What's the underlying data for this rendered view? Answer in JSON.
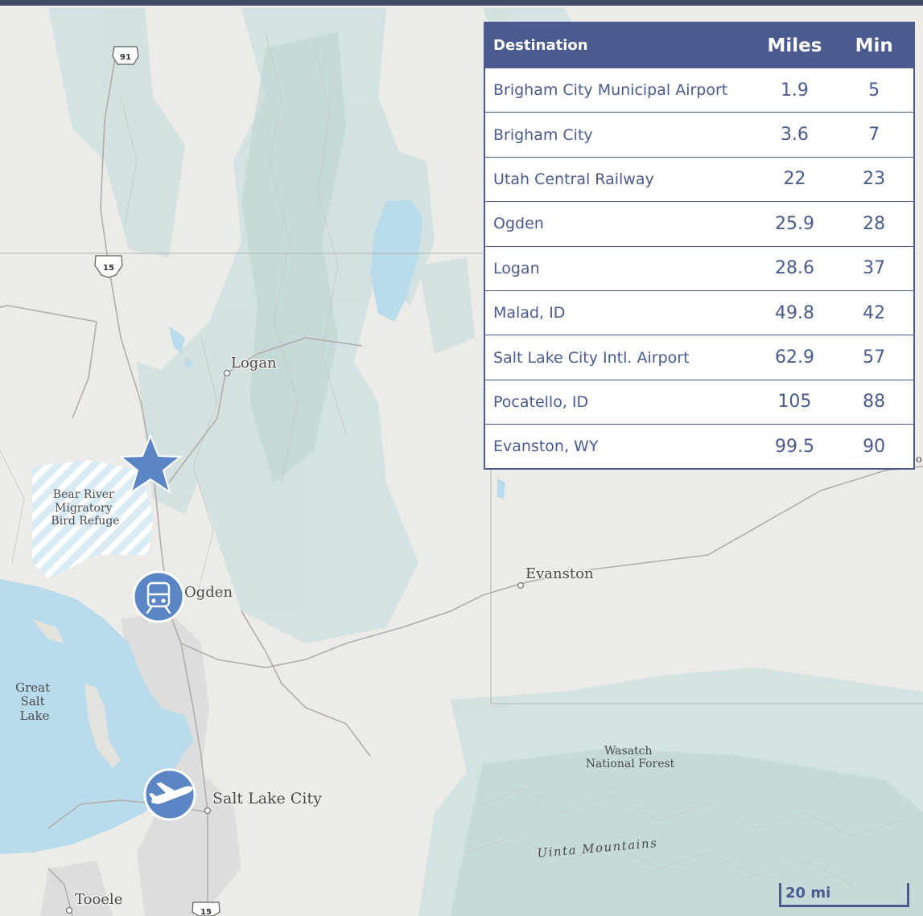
{
  "map": {
    "places": {
      "logan": "Logan",
      "ogden": "Ogden",
      "evanston": "Evanston",
      "salt_lake_city": "Salt Lake City",
      "tooele": "Tooele",
      "great_salt_lake": [
        "Great",
        "Salt",
        "Lake"
      ],
      "bear_river": [
        "Bear River",
        "Migratory",
        "Bird Refuge"
      ],
      "wasatch": [
        "Wasatch",
        "National Forest"
      ],
      "uinta": "Uinta Mountains",
      "edge_fragment": "o"
    },
    "shields": {
      "us91": "91",
      "i15_north": "15",
      "i15_south": "15"
    },
    "markers": {
      "site": "star-icon",
      "rail": "train-icon",
      "airport": "airplane-icon"
    },
    "colors": {
      "marker_blue": "#5b86c5",
      "water": "#b9dcec",
      "forest": "#cddfdf",
      "header_navy": "#4b5a8f",
      "table_text": "#4a5a8e"
    }
  },
  "table": {
    "headers": [
      "Destination",
      "Miles",
      "Min"
    ],
    "rows": [
      [
        "Brigham City Municipal Airport",
        "1.9",
        "5"
      ],
      [
        "Brigham City",
        "3.6",
        "7"
      ],
      [
        "Utah Central Railway",
        "22",
        "23"
      ],
      [
        "Ogden",
        "25.9",
        "28"
      ],
      [
        "Logan",
        "28.6",
        "37"
      ],
      [
        "Malad, ID",
        "49.8",
        "42"
      ],
      [
        "Salt Lake City Intl. Airport",
        "62.9",
        "57"
      ],
      [
        "Pocatello, ID",
        "105",
        "88"
      ],
      [
        "Evanston, WY",
        "99.5",
        "90"
      ]
    ]
  },
  "scale": {
    "label": "20 mi"
  }
}
